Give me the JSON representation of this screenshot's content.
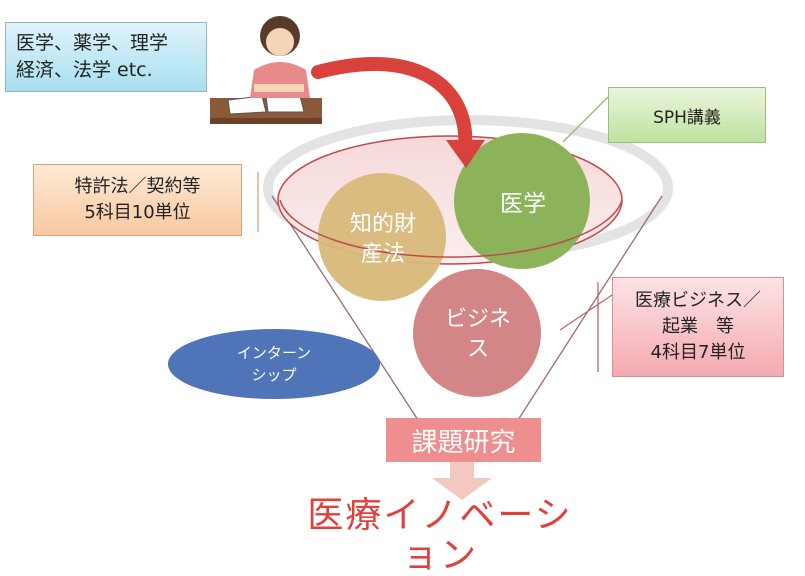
{
  "fields": {
    "line1": "医学、薬学、理学",
    "line2": "経済、法学 etc."
  },
  "sph": {
    "label": "SPH講義"
  },
  "patent": {
    "line1": "特許法／契約等",
    "line2": "5科目10単位"
  },
  "business_credits": {
    "line1": "医療ビジネス／",
    "line2": "起業　等",
    "line3": "4科目7単位"
  },
  "circles": {
    "medicine": "医学",
    "ip_line1": "知的財",
    "ip_line2": "産法",
    "biz_line1": "ビジネ",
    "biz_line2": "ス"
  },
  "internship": {
    "line1": "インターン",
    "line2": "シップ"
  },
  "research": {
    "label": "課題研究"
  },
  "innovation": {
    "label": "医療イノベーション"
  },
  "colors": {
    "medicine": "#8db35a",
    "ip": "#d8b87a",
    "business": "#d48585",
    "internship": "#4f74b8",
    "research": "#ef8e8e",
    "innovation": "#e0413a",
    "arrow": "#d9423a"
  }
}
